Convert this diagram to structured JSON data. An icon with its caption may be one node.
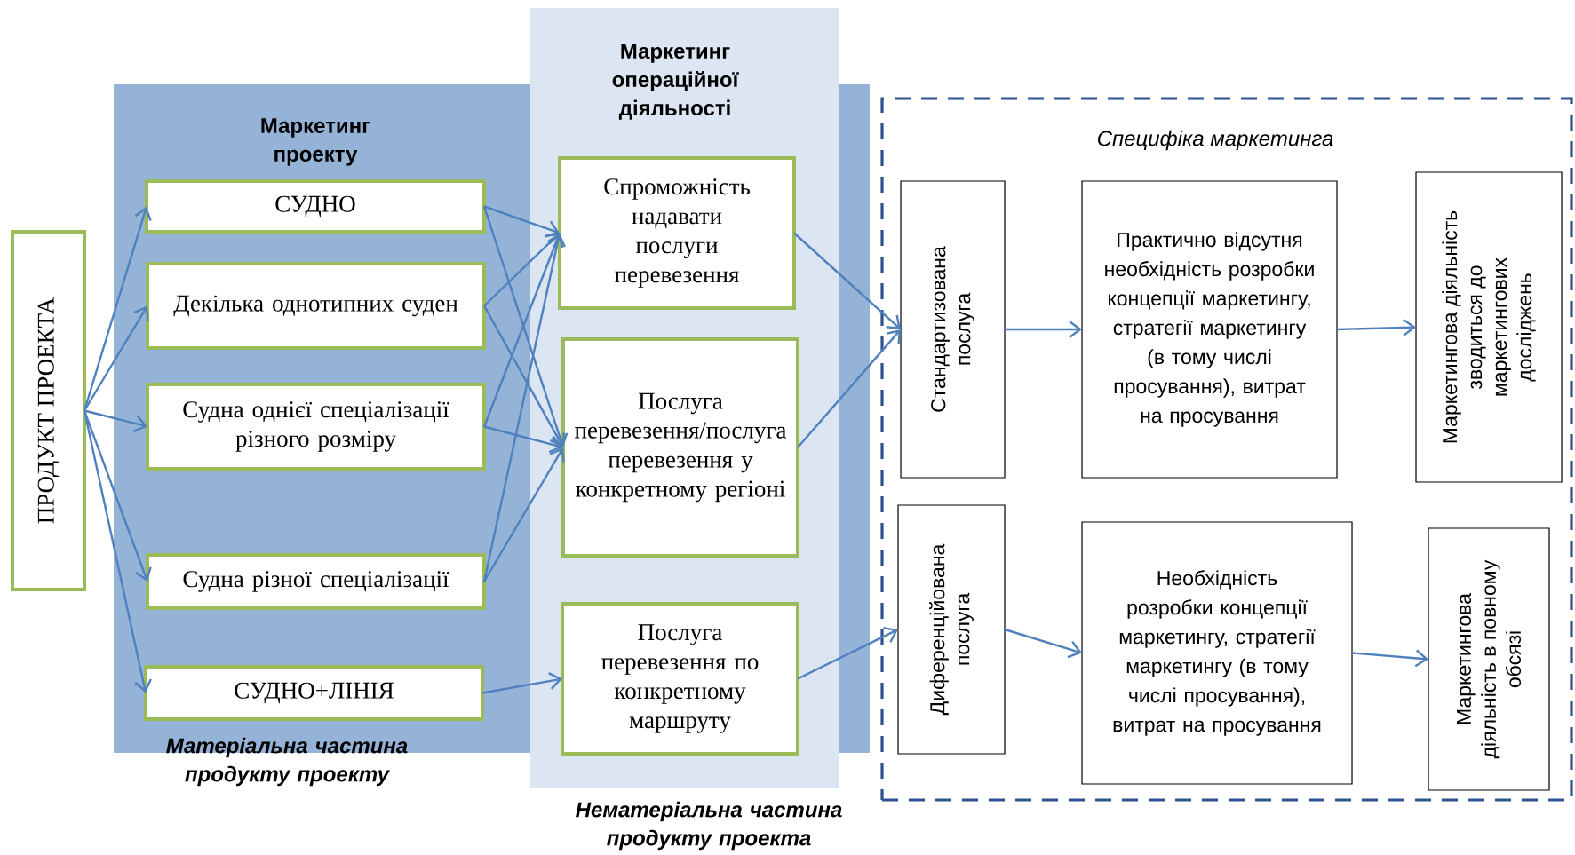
{
  "diagram": {
    "nodes": [
      {
        "text": [
          "ПРОДУКТ ПРОЕКТА"
        ]
      },
      {
        "text": [
          "Маркетинг проекту",
          "Матеріальна частина продукту проекту"
        ]
      },
      {
        "text": [
          "СУДНО"
        ],
        "in": 1
      },
      {
        "text": [
          "Декілька однотипних суден"
        ],
        "in": 1
      },
      {
        "text": [
          "Судна однієї спеціалізації різного розміру"
        ],
        "in": 1
      },
      {
        "text": [
          "Судна різної спеціалізації"
        ],
        "in": 1
      },
      {
        "text": [
          "СУДНО+ЛІНІЯ"
        ],
        "in": 1
      },
      {
        "text": [
          "Маркетинг операційної діяльності",
          "Нематеріальна частина продукту проекта"
        ]
      },
      {
        "text": [
          "Спроможність надавати послуги перевезення"
        ],
        "in": 7
      },
      {
        "text": [
          "Послуга перевезення/послуга перевезення у конкретному регіоні"
        ],
        "in": 7
      },
      {
        "text": [
          "Послуга перевезення по конкретному маршруту"
        ],
        "in": 7
      },
      {
        "text": [
          "Специфіка маркетинга"
        ]
      },
      {
        "text": [
          "Стандартизована послуга"
        ],
        "in": 11
      },
      {
        "text": [
          "Практично відсутня необхідність розробки концепції маркетингу, стратегії маркетингу (в тому числі просування), витрат на просування"
        ],
        "in": 11
      },
      {
        "text": [
          "Маркетингова діяльність зводиться до маркетингових досліджень"
        ],
        "in": 11
      },
      {
        "text": [
          "Диференційована послуга"
        ],
        "in": 11
      },
      {
        "text": [
          "Необхідність розробки концепції маркетингу, стратегії маркетингу (в тому числі просування), витрат на просування"
        ],
        "in": 11
      },
      {
        "text": [
          "Маркетингова діяльність в повному обсязі"
        ],
        "in": 11
      }
    ],
    "edges": [
      {
        "from": 0,
        "to": 2,
        "arrow": "to"
      },
      {
        "from": 0,
        "to": 3,
        "arrow": "to"
      },
      {
        "from": 0,
        "to": 4,
        "arrow": "to"
      },
      {
        "from": 0,
        "to": 5,
        "arrow": "to"
      },
      {
        "from": 0,
        "to": 6,
        "arrow": "to"
      },
      {
        "from": 2,
        "to": 8,
        "arrow": "to"
      },
      {
        "from": 2,
        "to": 9,
        "arrow": "to"
      },
      {
        "from": 3,
        "to": 8,
        "arrow": "to"
      },
      {
        "from": 3,
        "to": 9,
        "arrow": "to"
      },
      {
        "from": 4,
        "to": 8,
        "arrow": "to"
      },
      {
        "from": 4,
        "to": 9,
        "arrow": "to"
      },
      {
        "from": 5,
        "to": 8,
        "arrow": "to"
      },
      {
        "from": 5,
        "to": 9,
        "arrow": "to"
      },
      {
        "from": 6,
        "to": 10,
        "arrow": "to"
      },
      {
        "from": 8,
        "to": 12,
        "arrow": "to"
      },
      {
        "from": 9,
        "to": 12,
        "arrow": "to"
      },
      {
        "from": 10,
        "to": 15,
        "arrow": "to"
      },
      {
        "from": 12,
        "to": 13,
        "arrow": "to"
      },
      {
        "from": 13,
        "to": 14,
        "arrow": "to"
      },
      {
        "from": 15,
        "to": 16,
        "arrow": "to"
      },
      {
        "from": 16,
        "to": 17,
        "arrow": "to"
      }
    ]
  }
}
